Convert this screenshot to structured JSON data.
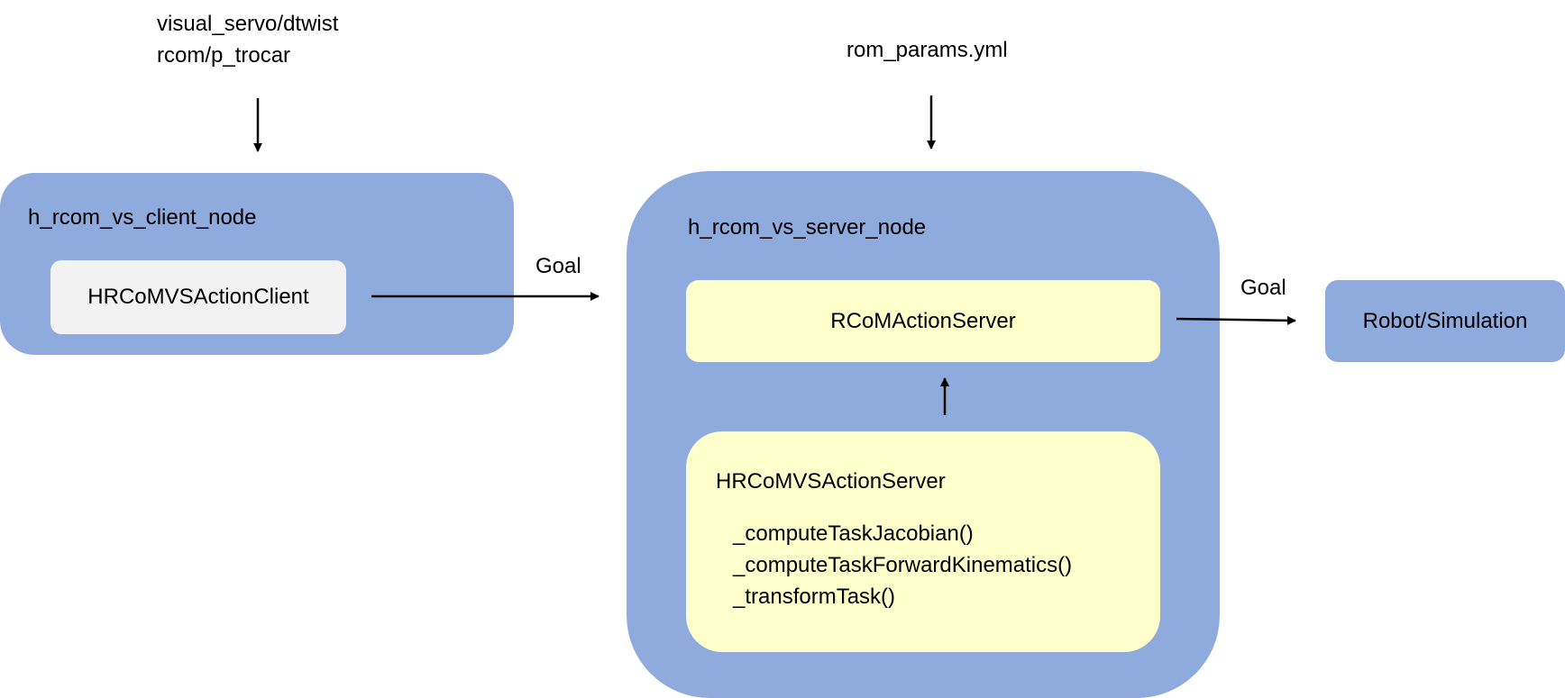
{
  "inputs": {
    "client_topics": "visual_servo/dtwist\nrcom/p_trocar",
    "server_params": "rom_params.yml"
  },
  "client_node": {
    "title": "h_rcom_vs_client_node",
    "component": "HRCoMVSActionClient"
  },
  "server_node": {
    "title": "h_rcom_vs_server_node",
    "rcom_component": "RCoMActionServer",
    "hrcom_component": {
      "title": "HRCoMVSActionServer",
      "methods": [
        "_computeTaskJacobian()",
        "_computeTaskForwardKinematics()",
        "_transformTask()"
      ]
    }
  },
  "robot": {
    "label": "Robot/Simulation"
  },
  "edges": {
    "client_to_server": "Goal",
    "server_to_robot": "Goal"
  },
  "colors": {
    "node_fill": "#8faadc",
    "client_component_fill": "#f2f2f2",
    "server_component_fill": "#ffffcc",
    "arrow": "#000000"
  }
}
